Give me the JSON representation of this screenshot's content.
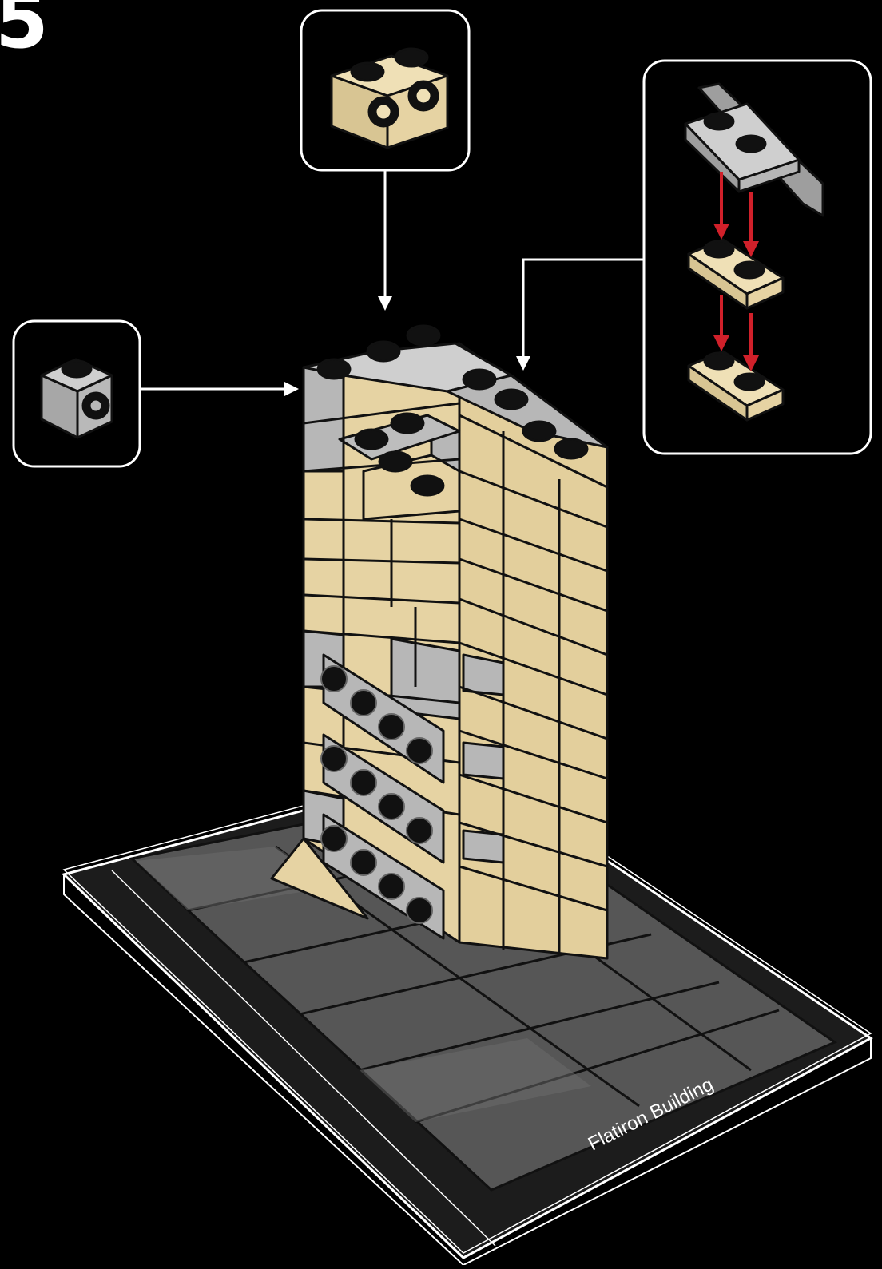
{
  "step": {
    "number": "5"
  },
  "baseplate": {
    "label": "Flatiron Building"
  },
  "colors": {
    "background": "#000000",
    "tan": "#e6d3a3",
    "tan_shade": "#cdb983",
    "gray": "#b7b7b7",
    "gray_dark": "#8f8f8f",
    "plate": "#2b2b2b",
    "tile": "#6d6d6d",
    "callout_border": "#ffffff",
    "arrow": "#ffffff",
    "red_arrow": "#d0202a"
  },
  "callouts": [
    {
      "id": "brick-1x2-with-studs-on-side",
      "color": "tan",
      "icon": "brick-1x2-studs-on-side-icon"
    },
    {
      "id": "brick-1x1-with-stud-on-side",
      "color": "gray",
      "icon": "brick-1x1-stud-on-side-icon"
    },
    {
      "id": "subassembly-bracket-on-plates",
      "color": "gray+tan",
      "icon": "bracket-plate-stack-icon"
    }
  ]
}
